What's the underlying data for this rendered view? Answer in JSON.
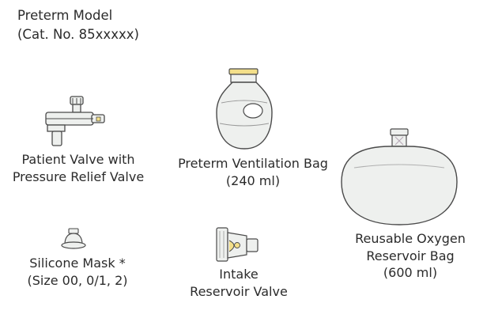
{
  "title": {
    "line1": "Preterm Model",
    "line2": "(Cat. No. 85xxxxx)"
  },
  "components": {
    "patient_valve": {
      "line1": "Patient Valve with",
      "line2": "Pressure Relief Valve"
    },
    "ventilation_bag": {
      "line1": "Preterm Ventilation Bag",
      "line2": "(240 ml)"
    },
    "mask": {
      "line1": "Silicone Mask *",
      "line2": "(Size 00, 0/1, 2)"
    },
    "intake_valve": {
      "line1": "Intake",
      "line2": "Reservoir Valve"
    },
    "oxygen_bag": {
      "line1": "Reusable Oxygen",
      "line2": "Reservoir Bag",
      "line3": "(600 ml)"
    }
  },
  "colors": {
    "outline": "#4a4a4a",
    "body_tint": "#eef0ee",
    "accent_yellow": "#f3df8a",
    "label_text": "#2b2b2b"
  }
}
